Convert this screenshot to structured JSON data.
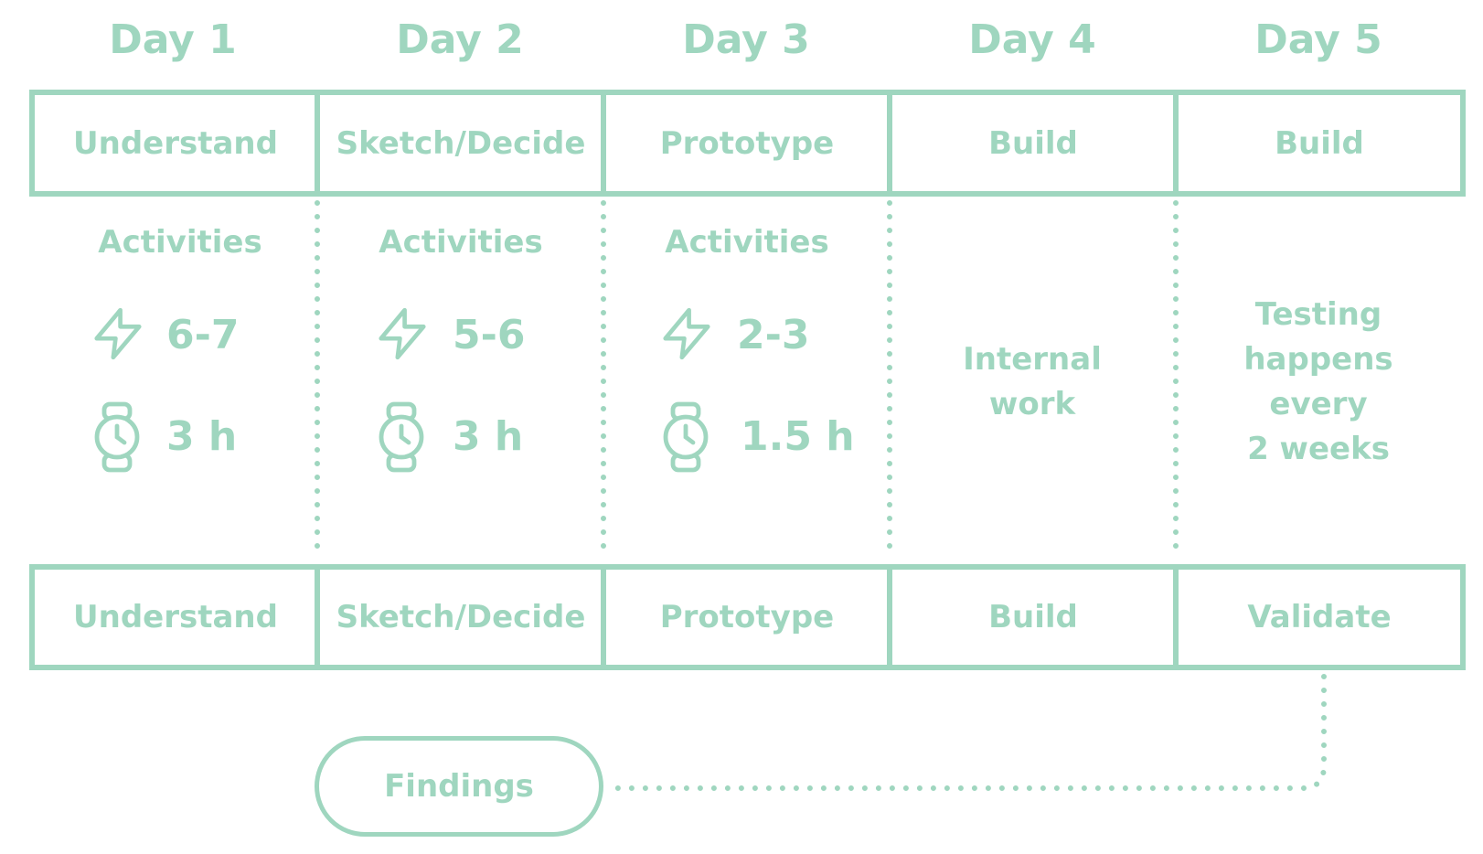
{
  "days": [
    "Day 1",
    "Day 2",
    "Day 3",
    "Day 4",
    "Day 5"
  ],
  "top_phases": [
    "Understand",
    "Sketch/Decide",
    "Prototype",
    "Build",
    "Build"
  ],
  "bottom_phases": [
    "Understand",
    "Sketch/Decide",
    "Prototype",
    "Build",
    "Validate"
  ],
  "activities": [
    {
      "label": "Activities",
      "count": "6-7",
      "time": "3 h"
    },
    {
      "label": "Activities",
      "count": "5-6",
      "time": "3 h"
    },
    {
      "label": "Activities",
      "count": "2-3",
      "time": "1.5 h"
    }
  ],
  "notes": {
    "day4": [
      "Internal",
      "work"
    ],
    "day5": [
      "Testing",
      "happens",
      "every",
      "2 weeks"
    ]
  },
  "findings": "Findings",
  "colors": {
    "accent": "#9fd6bf",
    "background": "#ffffff"
  },
  "icons": {
    "count": "lightning-icon",
    "time": "watch-icon"
  }
}
